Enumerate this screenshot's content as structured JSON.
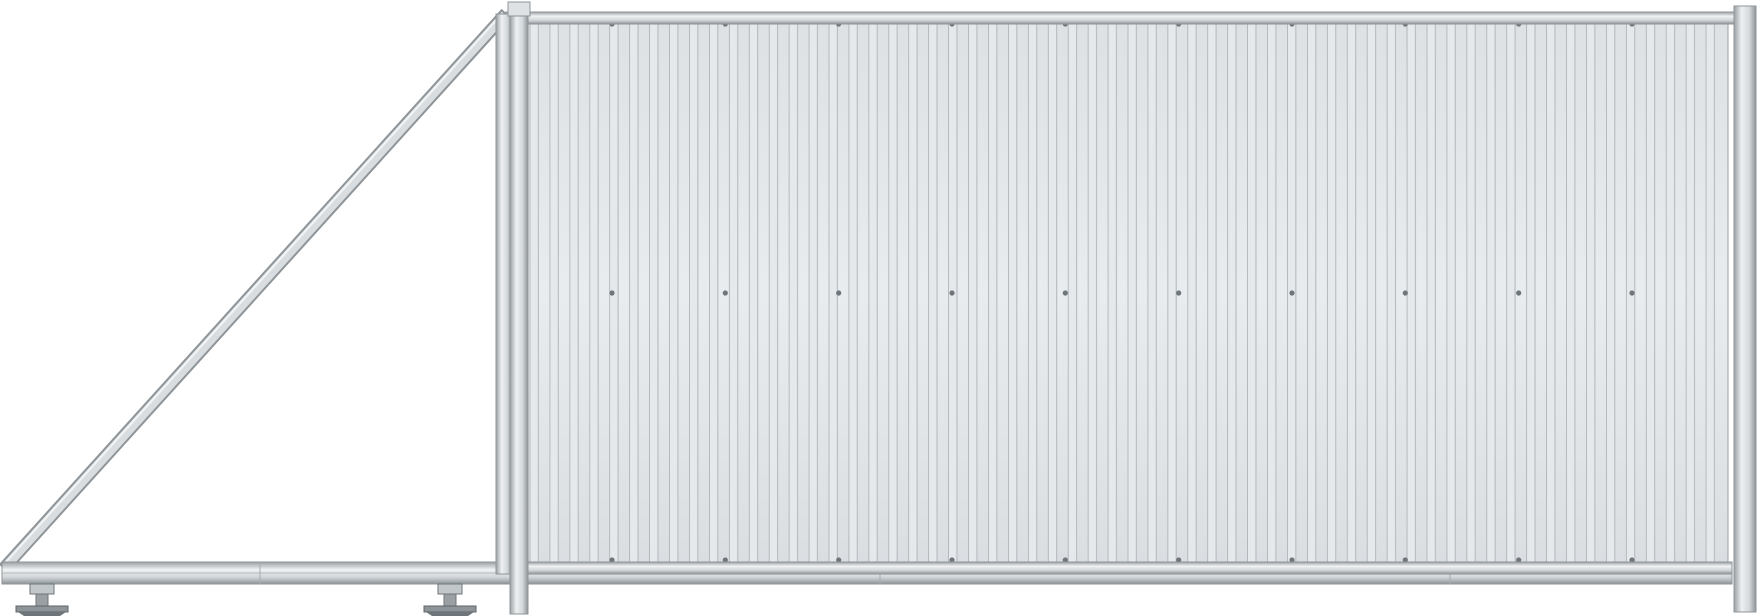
{
  "scene": {
    "subject": "sliding-gate",
    "panel": {
      "material": "corrugated-metal-sheet",
      "ridge_count": 60,
      "fastener_columns": 10,
      "fastener_rows": 3
    },
    "support_rollers": 2,
    "colors": {
      "background": "#ffffff",
      "frame": "#c9cdd0",
      "frame_highlight": "#eef0f1",
      "frame_shadow": "#8e9498",
      "sheet_light": "#e6e9eb",
      "sheet_dark": "#b9bfc3",
      "bolt": "#6f767b"
    }
  }
}
